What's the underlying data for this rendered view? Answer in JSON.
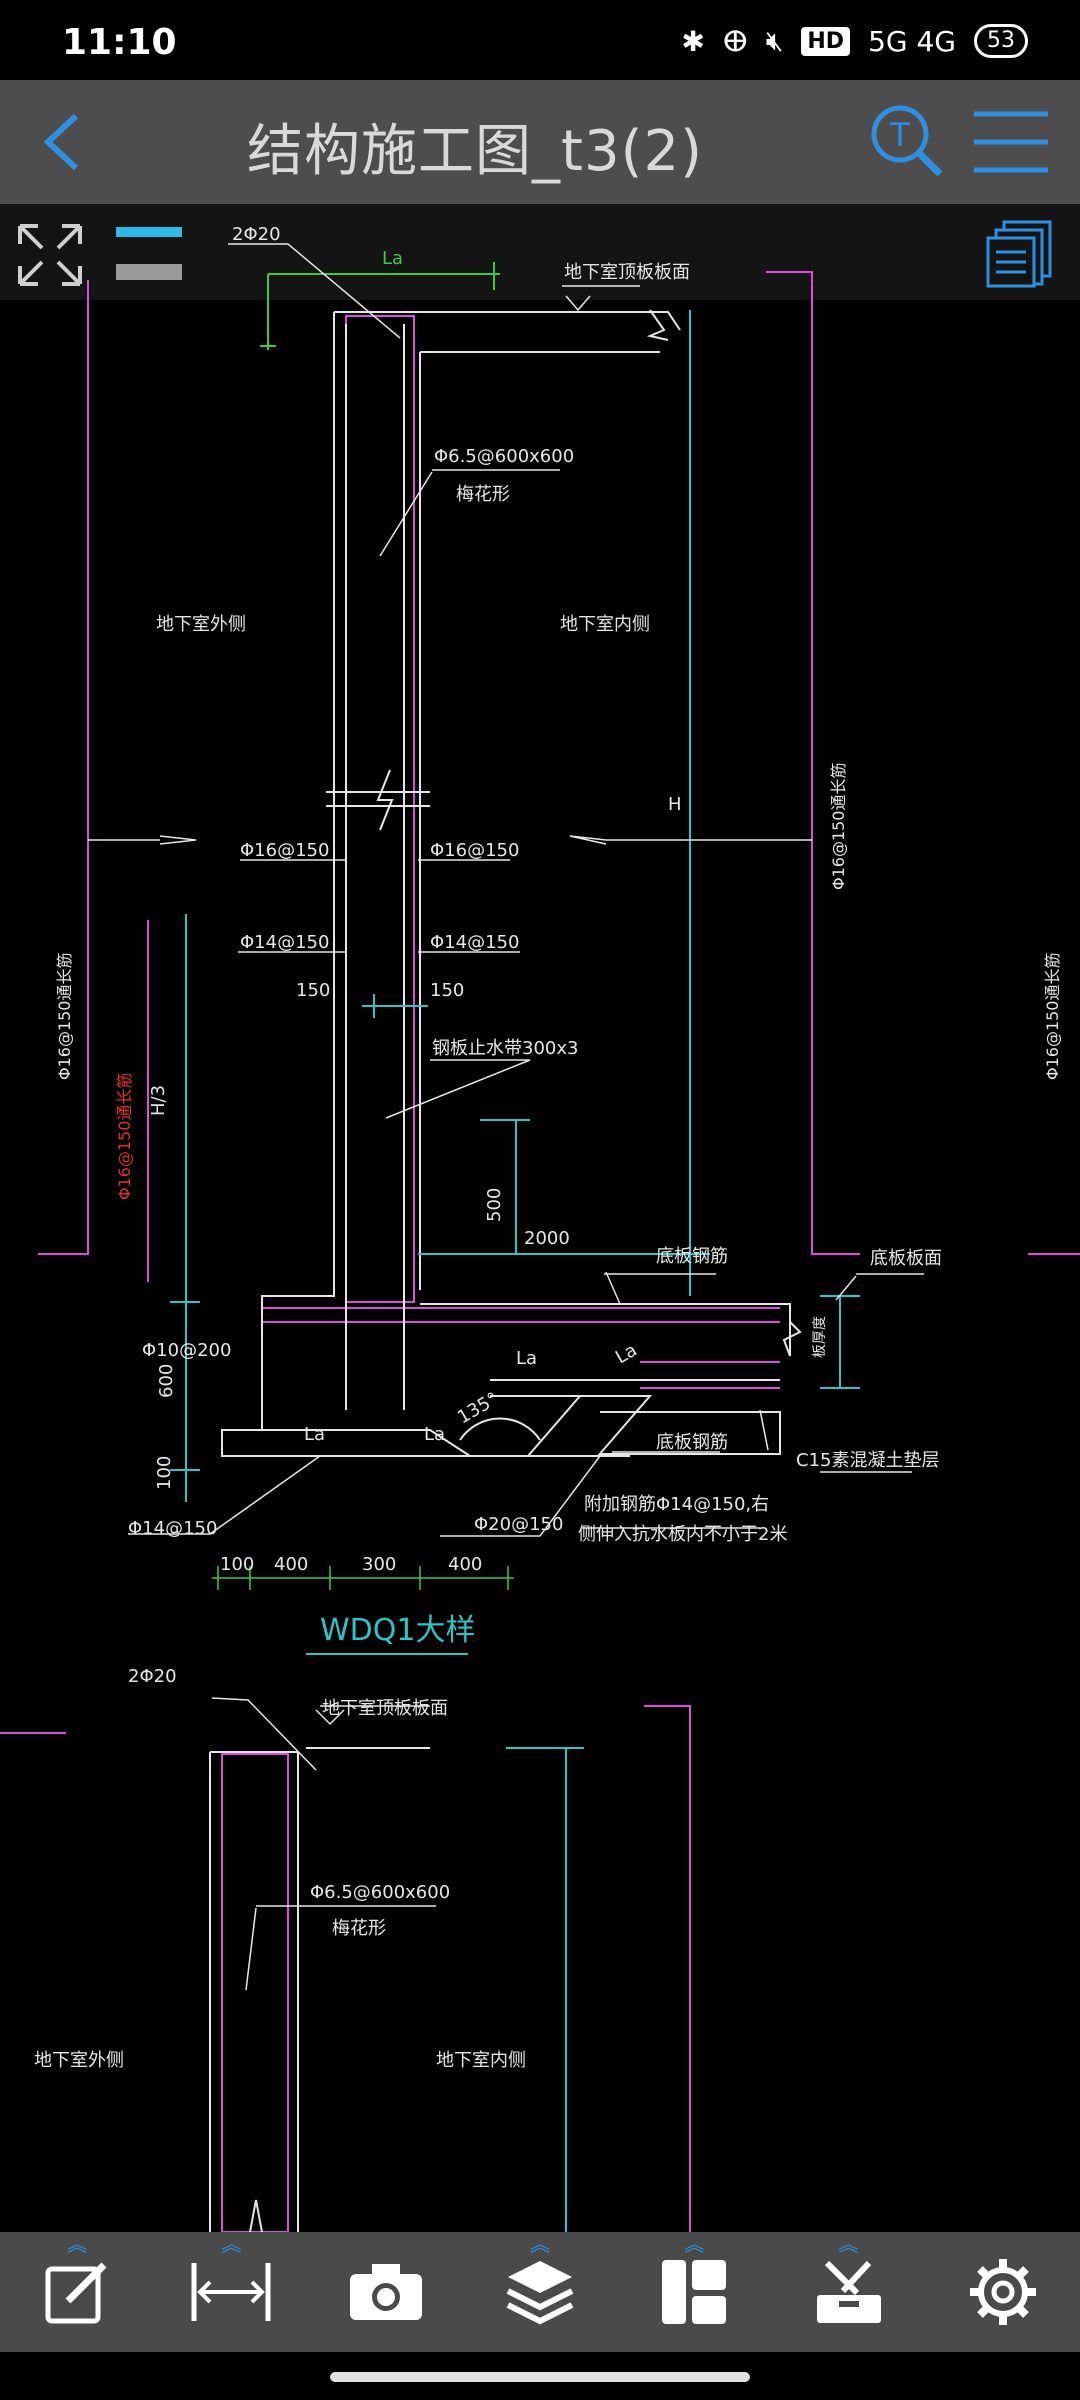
{
  "status": {
    "time": "11:10",
    "bluetooth_icon": "bluetooth-icon",
    "earbuds_icon": "earbuds-icon",
    "mute_icon": "mute-icon",
    "hd": "HD",
    "network": "5G  4G",
    "battery": "53"
  },
  "header": {
    "title": "结构施工图_t3(2)",
    "back_icon": "chevron-left-icon",
    "search_icon": "text-search-icon",
    "menu_icon": "hamburger-icon"
  },
  "toolbar": {
    "fullscreen_icon": "expand-icon",
    "layout_icon": "view-mode-icon",
    "layers_list_icon": "document-list-icon"
  },
  "drawing": {
    "labels": {
      "l2phi20_top": "2Φ20",
      "la_top": "La",
      "roof_slab_top": "地下室顶板板面",
      "stirrup_top": "Φ6.5@600x600",
      "plum_top": "梅花形",
      "outside_top": "地下室外侧",
      "inside_top": "地下室内侧",
      "h_mark": "H",
      "phi16_left": "Φ16@150",
      "phi16_right": "Φ16@150",
      "phi14_left": "Φ14@150",
      "phi14_right": "Φ14@150",
      "d150_left": "150",
      "d150_right": "150",
      "steel_stop": "钢板止水带300x3",
      "h3": "H/3",
      "d500": "500",
      "d2000": "2000",
      "bottom_rebar_top": "底板钢筋",
      "bottom_face": "底板板面",
      "phi10": "Φ10@200",
      "la_mid": "La",
      "la_mid2": "La",
      "d600": "600",
      "angle135": "135°",
      "la_bottom1": "La",
      "la_bottom2": "La",
      "bottom_rebar_bot": "底板钢筋",
      "c15": "C15素混凝土垫层",
      "d100": "100",
      "phi14_bottom": "Φ14@150",
      "phi20_bottom": "Φ20@150",
      "extra_rebar_1": "附加钢筋Φ14@150,右",
      "extra_rebar_2": "侧伸入抗水板内不小于2米",
      "dim_100": "100",
      "dim_400a": "400",
      "dim_300": "300",
      "dim_400b": "400",
      "thickness": "板厚度",
      "vert_left_1": "Φ16@150通长筋",
      "vert_left_2": "Φ16@150通长筋",
      "vert_right_1": "Φ16@150通长筋",
      "vert_right_2": "Φ16@150通长筋",
      "section_title": "WDQ1大样",
      "l2phi20_2": "2Φ20",
      "roof_slab_2": "地下室顶板板面",
      "stirrup_2": "Φ6.5@600x600",
      "plum_2": "梅花形",
      "outside_2": "地下室外侧",
      "inside_2": "地下室内侧"
    }
  },
  "bottom_tools": [
    {
      "name": "edit-tool",
      "icon": "edit-icon"
    },
    {
      "name": "measure-tool",
      "icon": "measure-icon"
    },
    {
      "name": "camera-tool",
      "icon": "camera-icon"
    },
    {
      "name": "layers-tool",
      "icon": "layers-icon"
    },
    {
      "name": "layout-tool",
      "icon": "layout-icon"
    },
    {
      "name": "toolbox-tool",
      "icon": "toolbox-icon"
    },
    {
      "name": "settings-tool",
      "icon": "gear-icon"
    }
  ],
  "colors": {
    "accent": "#2e8fe0",
    "header_bg": "#4d4d4d",
    "magenta": "#d94dd9",
    "cyan": "#2ec4c4",
    "green": "#3fc83f",
    "red": "#e03030"
  }
}
